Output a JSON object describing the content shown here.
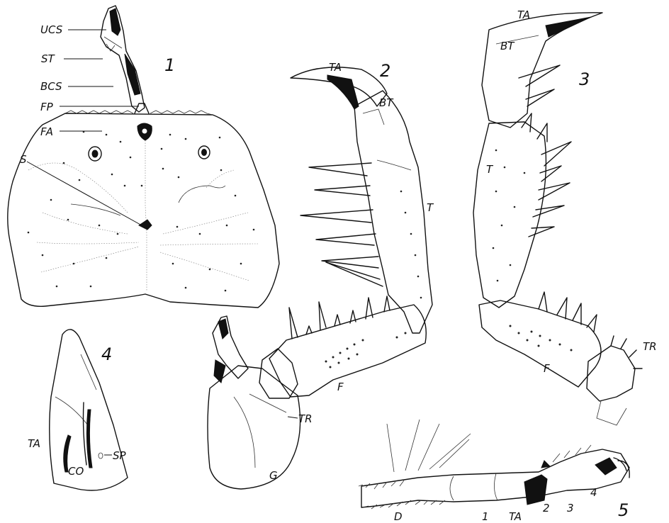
{
  "figures": [
    {
      "number": "1",
      "labels": {
        "ucs": "UCS",
        "st": "ST",
        "bcs": "BCS",
        "fp": "FP",
        "fa": "FA",
        "s": "S"
      }
    },
    {
      "number": "2",
      "labels": {
        "ta": "TA",
        "bt": "BT",
        "t": "T",
        "f": "F",
        "tr": "TR",
        "g": "G"
      }
    },
    {
      "number": "3",
      "labels": {
        "ta": "TA",
        "bt": "BT",
        "t": "T",
        "f": "F",
        "tr": "TR"
      }
    },
    {
      "number": "4",
      "labels": {
        "ta": "TA",
        "co": "CO",
        "sp": "SP"
      }
    },
    {
      "number": "5",
      "labels": {
        "d": "D",
        "seg1": "1",
        "ta": "TA",
        "seg2": "2",
        "seg3": "3",
        "seg4": "4"
      }
    }
  ]
}
